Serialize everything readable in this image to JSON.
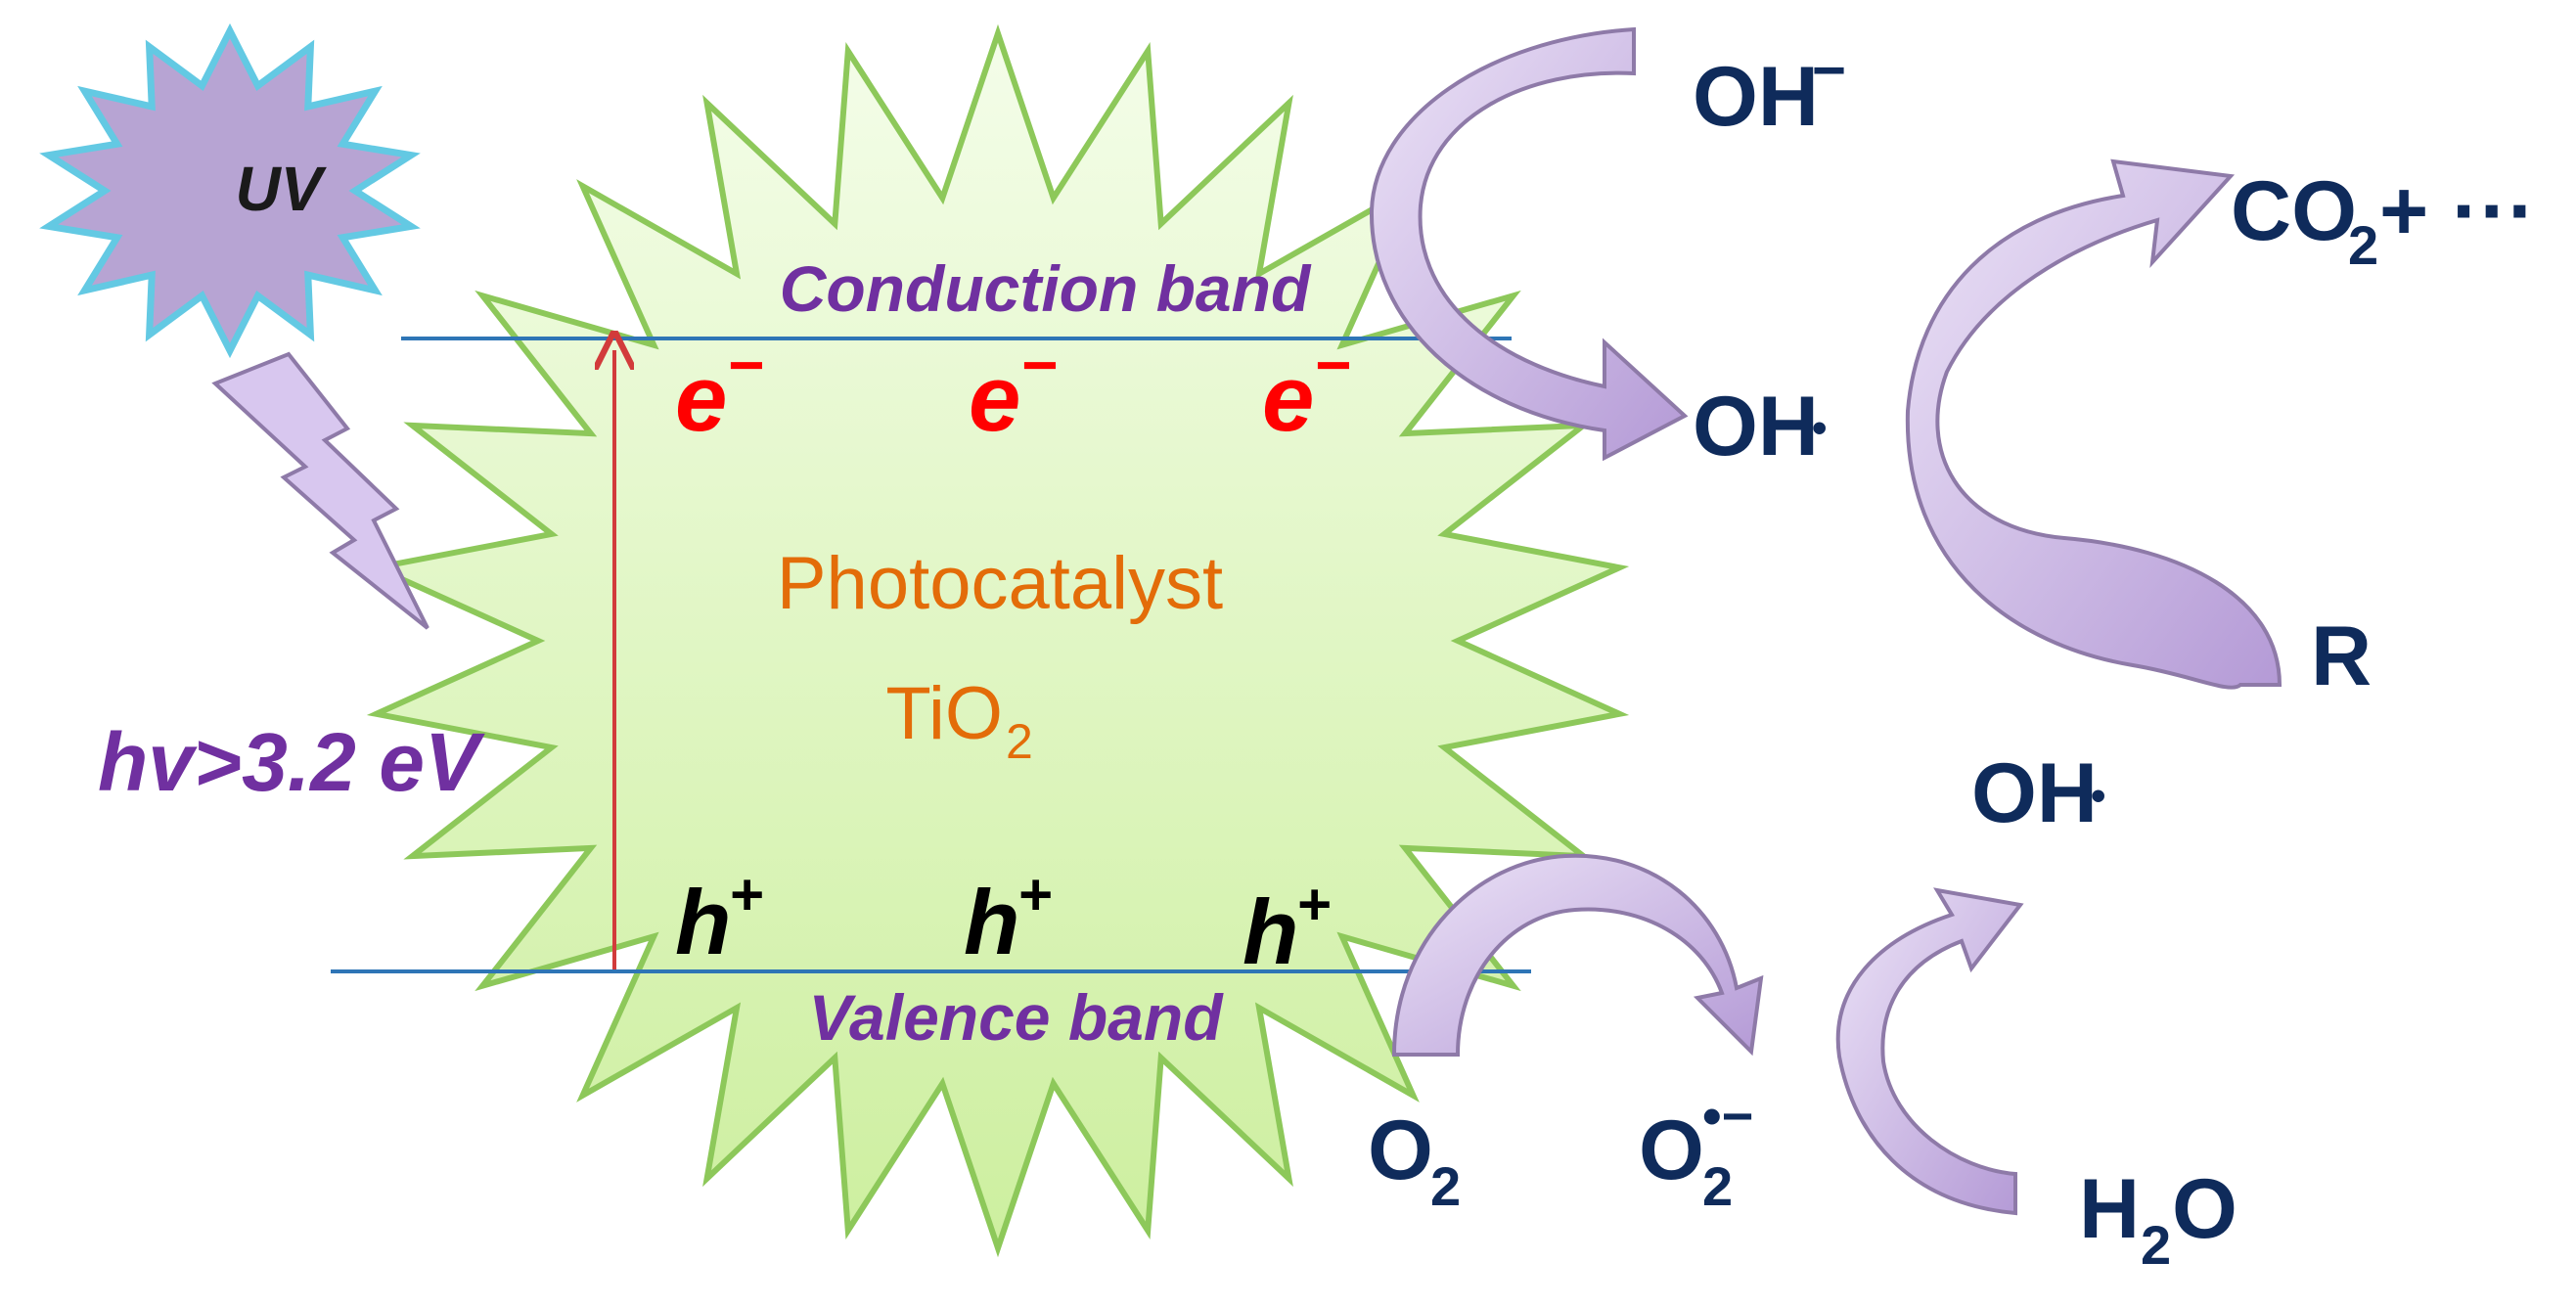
{
  "uv": {
    "text": "UV"
  },
  "photon_energy": "hv>3.2 eV",
  "conduction_band": "Conduction band",
  "valence_band": "Valence band",
  "electrons": [
    "e",
    "e",
    "e"
  ],
  "electron_sign": "−",
  "holes": [
    "h",
    "h",
    "h"
  ],
  "hole_sign": "+",
  "catalyst": {
    "line1": "Photocatalyst",
    "line2_base": "TiO",
    "line2_sub": "2"
  },
  "species": {
    "hydroxide": {
      "base": "OH",
      "sup": "−"
    },
    "hydroxyl_radical_top": {
      "base": "OH",
      "dot": "•"
    },
    "co2": {
      "base": "CO",
      "sub": "2",
      "rest": "+ ···"
    },
    "r": "R",
    "hydroxyl_radical_bottom": {
      "base": "OH",
      "dot": "•"
    },
    "o2": {
      "base": "O",
      "sub": "2"
    },
    "superoxide": {
      "base": "O",
      "sub": "2",
      "sup": "•−"
    },
    "water": {
      "h": "H",
      "sub": "2",
      "o": "O"
    }
  },
  "colors": {
    "star_fill": "#e2f7c8",
    "star_stroke": "#8dc85a",
    "uv_fill": "#b7a4d3",
    "uv_stroke": "#63c9e3",
    "arrow_fill": "#c9b7e2",
    "arrow_stroke": "#8e7aa8",
    "band_line": "#2e75b6",
    "excitation_arrow": "#d23b3b"
  }
}
